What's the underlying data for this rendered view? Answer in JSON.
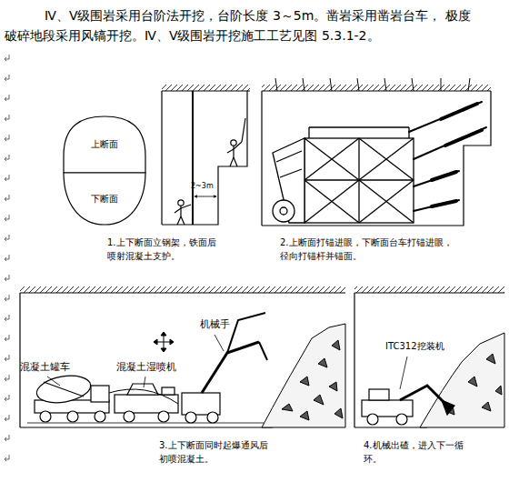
{
  "diagram": {
    "nodes": [
      {
        "text": [
          "上断面"
        ]
      },
      {
        "text": [
          "下断面"
        ]
      }
    ],
    "labels": [
      "Ⅳ、Ⅴ级围岩采用台阶法开挖，台阶长度 3～5m。凿岩采用凿岩台车， 极度破碎地段采用风镐开挖。Ⅳ、Ⅴ级围岩开挖施工工艺见图 5.3.1-2。",
      "2~3m",
      "1.上下断面立钢架，铁面后 喷射混凝土支护。",
      "2.上断面打锚进眼，下断面台车打锚进眼， 径向打锚杆并锚面。",
      "混凝土罐车",
      "混凝土湿喷机",
      "机械手",
      "ITC312挖装机",
      "3.上下断面同时起爆通风后 初喷混凝土。",
      "4.机械出碴，进入下一循 环。"
    ]
  }
}
